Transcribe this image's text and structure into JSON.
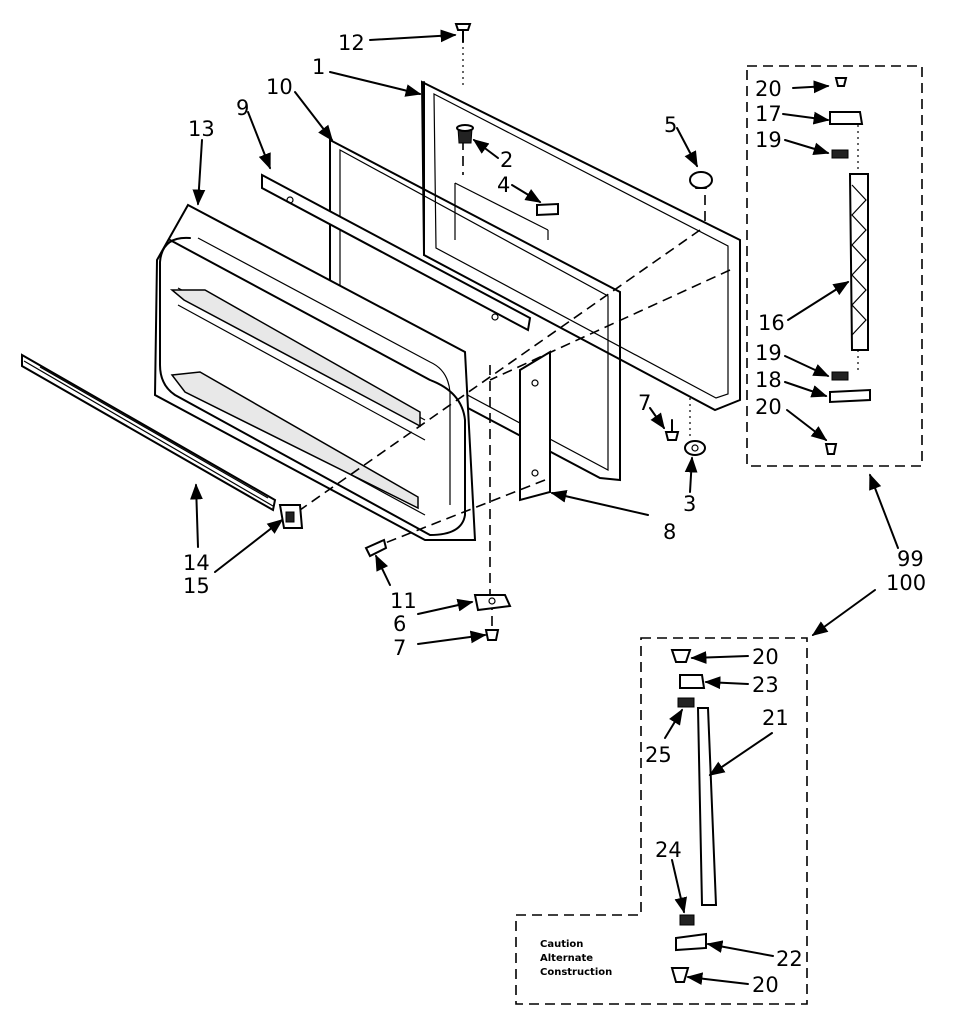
{
  "callouts": {
    "c1": "1",
    "c2": "2",
    "c3": "3",
    "c4": "4",
    "c5": "5",
    "c6": "6",
    "c7a": "7",
    "c7b": "7",
    "c8": "8",
    "c9": "9",
    "c10": "10",
    "c11": "11",
    "c12": "12",
    "c13": "13",
    "c14": "14",
    "c15": "15",
    "c16": "16",
    "c17": "17",
    "c18": "18",
    "c19a": "19",
    "c19b": "19",
    "c20a": "20",
    "c20b": "20",
    "c20c": "20",
    "c20d": "20",
    "c21": "21",
    "c22": "22",
    "c23": "23",
    "c24": "24",
    "c25": "25",
    "c99": "99",
    "c100": "100"
  },
  "note": {
    "line1": "Caution",
    "line2": "Alternate",
    "line3": "Construction"
  }
}
